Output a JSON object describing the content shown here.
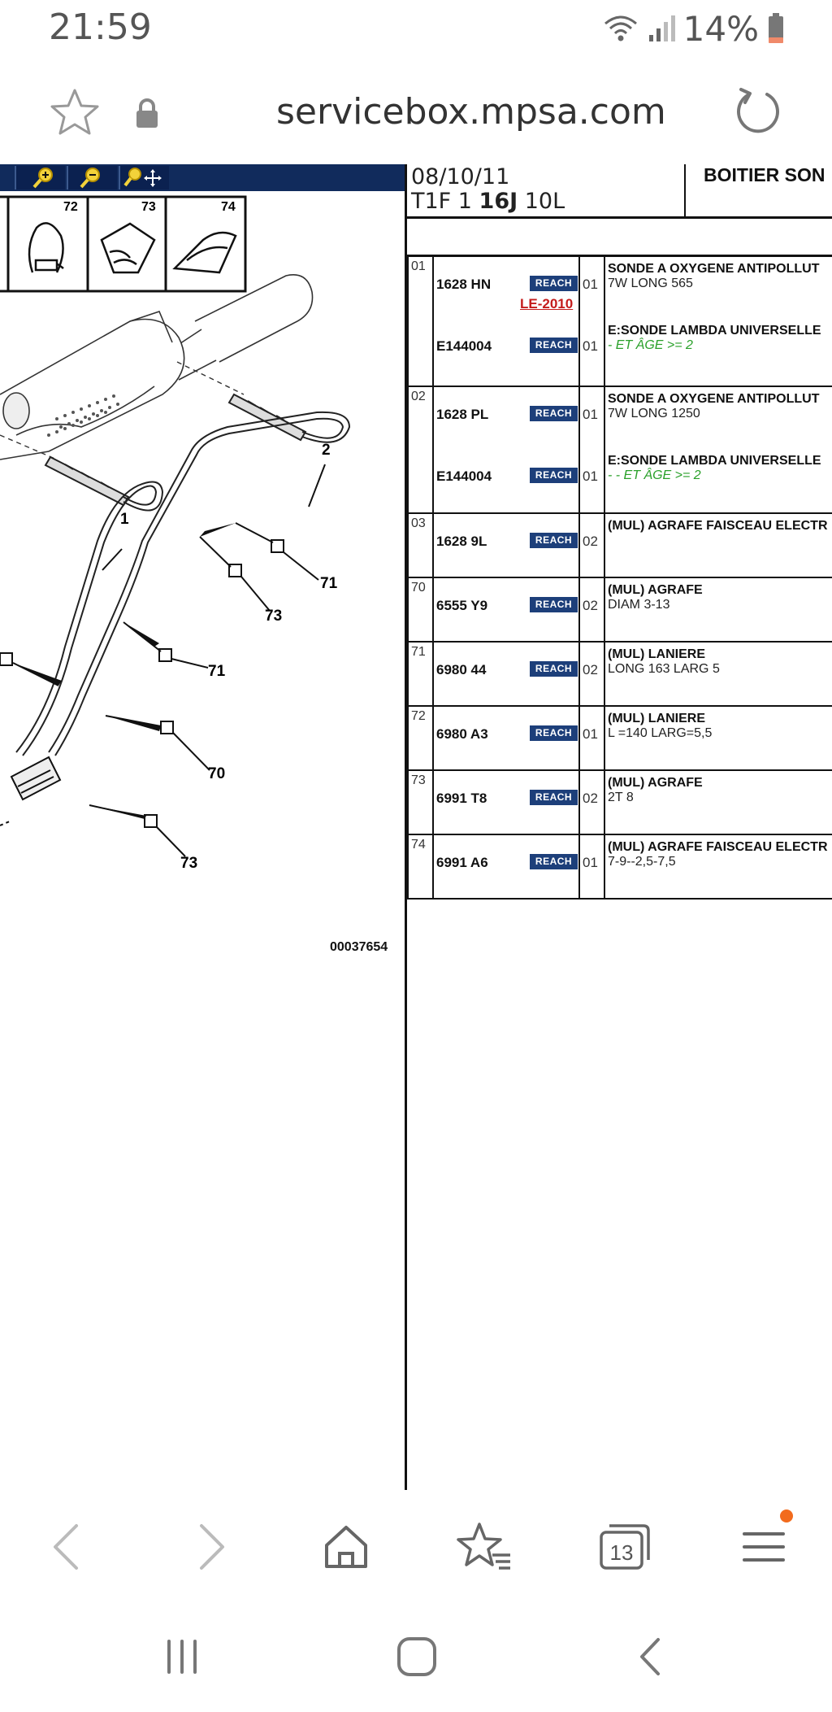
{
  "status_bar": {
    "time": "21:59",
    "battery": "14%"
  },
  "browser": {
    "url": "servicebox.mpsa.com",
    "tab_count": "13"
  },
  "diagram": {
    "callouts": [
      "1",
      "2",
      "71",
      "73",
      "71",
      "70",
      "73"
    ],
    "thumb_labels": [
      "72",
      "73",
      "74"
    ],
    "code": "00037654"
  },
  "header": {
    "date": "08/10/11",
    "code_prefix": "T1F 1 ",
    "code_bold": "16J",
    "code_suffix": " 10L",
    "title": "BOITIER SON"
  },
  "badge_text": "REACH",
  "parts": [
    {
      "pos": "01",
      "lines": [
        {
          "ref": "1628 HN",
          "reach": true,
          "qty": "01",
          "desc": "SONDE A OXYGENE ANTIPOLLUT"
        },
        {
          "detail": "7W LONG 565",
          "link": "LE-2010"
        },
        {
          "ref": "E144004",
          "reach": true,
          "qty": "01",
          "desc": "E:SONDE LAMBDA UNIVERSELLE",
          "green": "- ET ÂGE >= 2"
        }
      ]
    },
    {
      "pos": "02",
      "lines": [
        {
          "ref": "1628 PL",
          "reach": true,
          "qty": "01",
          "desc": "SONDE A OXYGENE ANTIPOLLUT",
          "detail": "7W LONG 1250"
        },
        {
          "ref": "E144004",
          "reach": true,
          "qty": "01",
          "desc": "E:SONDE LAMBDA UNIVERSELLE",
          "green": "- - ET ÂGE >= 2"
        }
      ]
    },
    {
      "pos": "03",
      "ref": "1628 9L",
      "qty": "02",
      "desc": "(MUL) AGRAFE FAISCEAU ELECTR",
      "detail": ""
    },
    {
      "pos": "70",
      "ref": "6555 Y9",
      "qty": "02",
      "desc": "(MUL) AGRAFE",
      "detail": "DIAM 3-13"
    },
    {
      "pos": "71",
      "ref": "6980 44",
      "qty": "02",
      "desc": "(MUL) LANIERE",
      "detail": "LONG 163 LARG 5"
    },
    {
      "pos": "72",
      "ref": "6980 A3",
      "qty": "01",
      "desc": "(MUL) LANIERE",
      "detail": "L =140 LARG=5,5"
    },
    {
      "pos": "73",
      "ref": "6991 T8",
      "qty": "02",
      "desc": "(MUL) AGRAFE",
      "detail": "2T 8"
    },
    {
      "pos": "74",
      "ref": "6991 A6",
      "qty": "01",
      "desc": "(MUL) AGRAFE FAISCEAU ELECTR",
      "detail": "7-9--2,5-7,5"
    }
  ],
  "icons": {
    "status": [
      "wifi-icon",
      "signal-icon",
      "battery-icon"
    ],
    "address": [
      "star-icon",
      "lock-icon",
      "reload-icon"
    ],
    "toolbar": [
      "zoom-in-icon",
      "zoom-out-icon",
      "pan-zoom-icon"
    ],
    "bottom_nav": [
      "back-icon",
      "forward-icon",
      "home-icon",
      "bookmarks-icon",
      "tabs-icon",
      "menu-icon"
    ],
    "system_nav": [
      "recents-icon",
      "home-button-icon",
      "back-nav-icon"
    ]
  },
  "colors": {
    "toolbar": "#112b5c",
    "reach_badge": "#1d3f7a",
    "link_red": "#c41c1c",
    "green_note": "#2aa02a",
    "notification_dot": "#f26b1d"
  }
}
